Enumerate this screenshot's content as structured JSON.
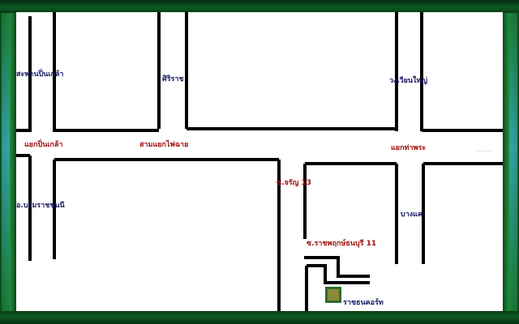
{
  "map": {
    "labels": {
      "saphan_pin_klao": "สะพานปิ่นเกล้า",
      "siriraj": "ศิริราช",
      "wongwian_yai": "วงเวียนใหญ่",
      "yaek_pin_klao": "แยกปิ่นเกล้า",
      "sam_yaek_fai_chai": "สามแยกไฟฉาย",
      "yaek_tha_phra": "แยกท่าพระ",
      "soi_charan_13": "ซ.จรัญ 13",
      "bang_khae": "บางแค",
      "thonburi_hospital": "อ.บรมราชชนนี",
      "soi_wat_nuan_noradit": "ซ.ราชพฤกษ์ธนบุรี 11",
      "destination": "ราชธนคอร์ท"
    },
    "colors": {
      "road": "#000000",
      "dark_label": "#1a1a66",
      "red_label": "#a01010",
      "marker_fill": "#8a8a3a",
      "marker_border": "#2e6b2e"
    }
  }
}
